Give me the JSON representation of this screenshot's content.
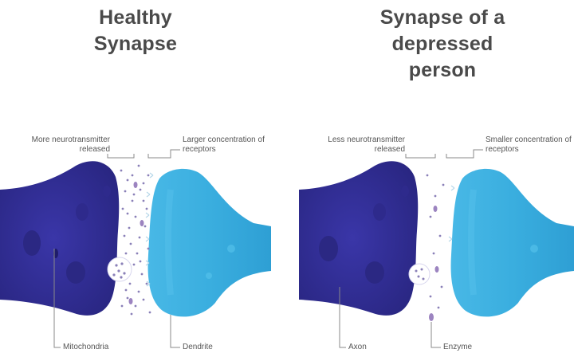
{
  "healthy": {
    "title": "Healthy Synapse",
    "label_release_1": "More neurotransmitter",
    "label_release_2": "released",
    "label_receptors_1": "Larger concentration of",
    "label_receptors_2": "receptors",
    "label_mitochondria": "Mitochondria",
    "label_dendrite": "Dendrite"
  },
  "depressed": {
    "title_1": "Synapse of a",
    "title_2": "depressed person",
    "label_release_1": "Less neurotransmitter",
    "label_release_2": "released",
    "label_receptors_1": "Smaller concentration of",
    "label_receptors_2": "receptors",
    "label_axon": "Axon",
    "label_enzyme": "Enzyme"
  },
  "colors": {
    "axon": "#34309a",
    "axon_dark": "#27237d",
    "dendrite": "#3fb0e0",
    "dendrite_light": "#5ec6ee",
    "neurotransmitter": "#8a80b8",
    "enzyme": "#9c84c0",
    "leader_line": "#8a8a8a"
  }
}
